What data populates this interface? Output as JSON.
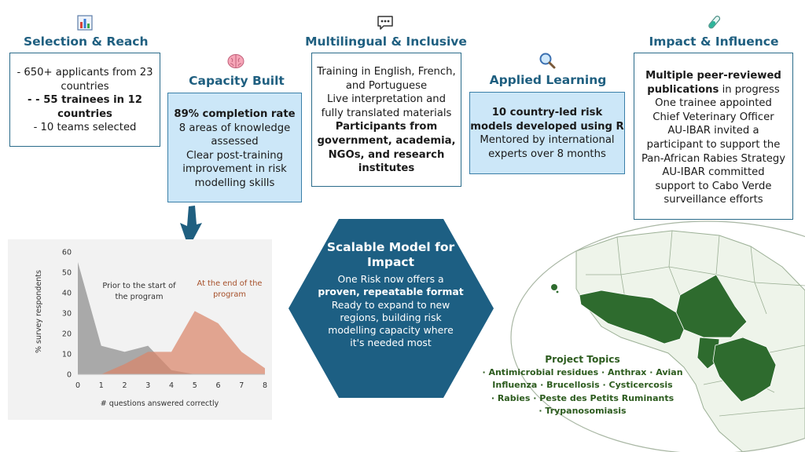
{
  "colors": {
    "heading": "#1f5f80",
    "box_border": "#2a6b8a",
    "filled_box": "#cce7f8",
    "hex_fill": "#1d5f83",
    "map_green": "#2e6b2e",
    "topics_text": "#2c5b1e"
  },
  "selection": {
    "heading": "Selection & Reach",
    "icon": "bar-chart-icon",
    "line1": "- 650+ applicants from 23",
    "line2": "countries",
    "line3": "- 55 trainees in 12",
    "line4": "countries",
    "line5": "- 10 teams selected"
  },
  "capacity": {
    "heading": "Capacity Built",
    "icon": "brain-icon",
    "line1": "89% completion rate",
    "line2": "8 areas of knowledge",
    "line3": "assessed",
    "line4": "Clear post-training",
    "line5": "improvement in risk",
    "line6": "modelling skills"
  },
  "multilingual": {
    "heading": "Multilingual & Inclusive",
    "icon": "speech-bubble-icon",
    "line1": "Training in English, French,",
    "line2": "and Portuguese",
    "line3": "Live interpretation and",
    "line4": "fully translated materials",
    "line5": "Participants from",
    "line6": "government, academia,",
    "line7": "NGOs, and research",
    "line8": "institutes"
  },
  "applied": {
    "heading": "Applied Learning",
    "icon": "magnifier-icon",
    "line1": "10 country-led risk",
    "line2": "models developed using R",
    "line3": "Mentored by international",
    "line4": "experts over 8 months"
  },
  "impact": {
    "heading": "Impact & Influence",
    "icon": "test-tube-icon",
    "line1": "Multiple peer-reviewed",
    "line2a": "publications",
    "line2b": " in progress",
    "line3": "One trainee appointed",
    "line4": "Chief Veterinary Officer",
    "line5": "AU-IBAR invited a",
    "line6": "participant to support the",
    "line7": "Pan-African Rabies Strategy",
    "line8": "AU-IBAR committed",
    "line9": "support to Cabo Verde",
    "line10": "surveillance efforts"
  },
  "scalable": {
    "title1": "Scalable Model for",
    "title2": "Impact",
    "line1": "One Risk now offers a",
    "line2": "proven, repeatable format",
    "line3": "Ready to expand to new",
    "line4": "regions, building risk",
    "line5": "modelling capacity where",
    "line6": "it's needed most"
  },
  "topics": {
    "title": "Project Topics",
    "line1": "· Antimicrobial residues · Anthrax · Avian",
    "line2": "Influenza · Brucellosis · Cysticercosis",
    "line3": "· Rabies · Peste des Petits Ruminants",
    "line4": "· Trypanosomiasis"
  },
  "chart_data": {
    "type": "area",
    "xlabel": "# questions answered correctly",
    "ylabel": "% survey respondents",
    "x": [
      0,
      1,
      2,
      3,
      4,
      5,
      6,
      7,
      8
    ],
    "xlim": [
      0,
      8
    ],
    "ylim": [
      0,
      60
    ],
    "x_ticks": [
      "0",
      "1",
      "2",
      "3",
      "4",
      "5",
      "6",
      "7",
      "8"
    ],
    "y_ticks": [
      "0",
      "10",
      "20",
      "30",
      "40",
      "50",
      "60"
    ],
    "grid": false,
    "legend": "annotations",
    "series": [
      {
        "name": "Prior to the start of the program",
        "label1": "Prior to the start of",
        "label2": "the program",
        "color": "#8c8c8c",
        "values": [
          55,
          14,
          11,
          14,
          2,
          0,
          0,
          0,
          0
        ]
      },
      {
        "name": "At the end of the program",
        "label1": "At the end of the",
        "label2": "program",
        "color": "#d9856a",
        "values": [
          0,
          0,
          5,
          11,
          11,
          31,
          25,
          11,
          3
        ]
      }
    ]
  }
}
